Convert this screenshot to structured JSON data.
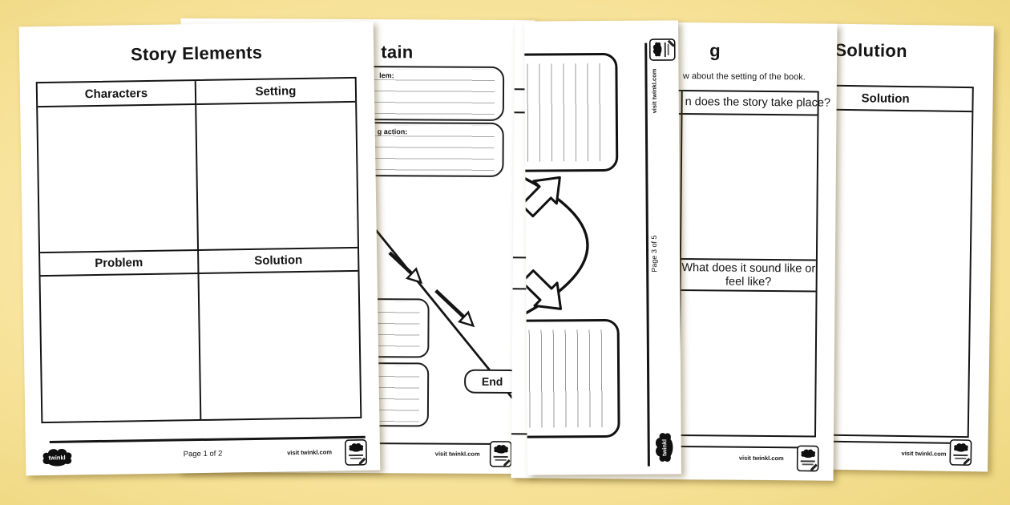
{
  "colors": {
    "background": "#f8e49c",
    "paper": "#ffffff",
    "ink": "#151515",
    "rule_line": "#a8a8a8"
  },
  "brand": {
    "logo_text": "twinkl"
  },
  "page1": {
    "title": "Story Elements",
    "cell_headers": [
      "Characters",
      "Setting",
      "Problem",
      "Solution"
    ],
    "page_label": "Page 1 of 2",
    "visit_label": "visit twinkl.com"
  },
  "page2": {
    "title_fragment": "tain",
    "box1_label_fragment": "lem:",
    "box2_label_fragment": "g action:",
    "end_label": "End",
    "visit_label": "visit twinkl.com"
  },
  "page3": {
    "visit_label": "visit twinkl.com",
    "page_label": "Page 3 of 5"
  },
  "page4": {
    "title_fragment": "g",
    "intro_fragment": "w about the setting of the book.",
    "question1_fragment": "n does the story take place?",
    "question2_line1": "What does it sound like or",
    "question2_line2": "feel like?",
    "visit_label": "visit twinkl.com"
  },
  "page5": {
    "title": "Solution",
    "column_header": "Solution",
    "visit_label": "visit twinkl.com"
  }
}
